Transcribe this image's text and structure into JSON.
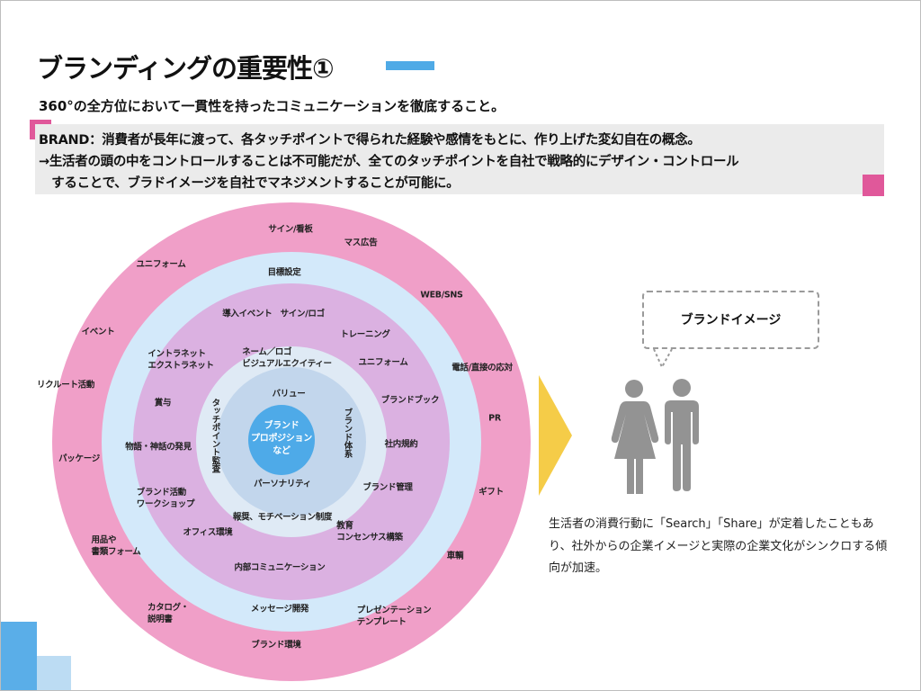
{
  "header": {
    "title": "ブランディングの重要性①",
    "subtitle": "360°の全方位において一貫性を持ったコミュニケーションを徹底すること。"
  },
  "brand_box": {
    "lines": [
      "BRAND：消費者が長年に渡って、各タッチポイントで得られた経験や感情をもとに、作り上げた変幻自在の概念。",
      "→生活者の頭の中をコントロールすることは不可能だが、全てのタッチポイントを自社で戦略的にデザイン・コントロール",
      "　することで、ブラドイメージを自社でマネジメントすることが可能に。"
    ]
  },
  "diagram": {
    "outer_ring": [
      "サイン/看板",
      "マス広告",
      "ユニフォーム",
      "WEB/SNS",
      "イベント",
      "電話/直接の応対",
      "リクルート活動",
      "PR",
      "パッケージ",
      "ギフト",
      "用品や\n書類フォーム",
      "車輌",
      "カタログ・\n説明書",
      "プレゼンテーション\nテンプレート",
      "ブランド環境"
    ],
    "blue_ring": [
      "目標設定",
      "メッセージ開発"
    ],
    "purple_ring": [
      "導入イベント　サイン/ロゴ",
      "トレーニング",
      "イントラネット\nエクストラネット",
      "ユニフォーム",
      "賞与",
      "ブランドブック",
      "物語・神話の発見",
      "社内規約",
      "ブランド活動\nワークショップ",
      "ブランド管理",
      "報奨、モチベーション制度",
      "オフィス環境",
      "教育\nコンセンサス構築",
      "内部コミュニケーション"
    ],
    "pale_ring": [
      "ネーム／ロゴ\nビジュアルエクイティー",
      "タッチポイント監査",
      "ブランド体系"
    ],
    "inner_ring": [
      "バリュー",
      "パーソナリティ"
    ],
    "center": "ブランド\nプロポジション\nなど",
    "colors": {
      "outer": "#f09fc8",
      "blue": "#d3e9fa",
      "purple": "#dbb1e1",
      "pale": "#dfeaf5",
      "inner": "#c2d6ec",
      "center": "#4eaae8"
    }
  },
  "right": {
    "bubble": "ブランドイメージ",
    "description": "生活者の消費行動に「Search」「Share」が定着したこともあり、社外からの企業イメージと実際の企業文化がシンクロする傾向が加速。"
  }
}
